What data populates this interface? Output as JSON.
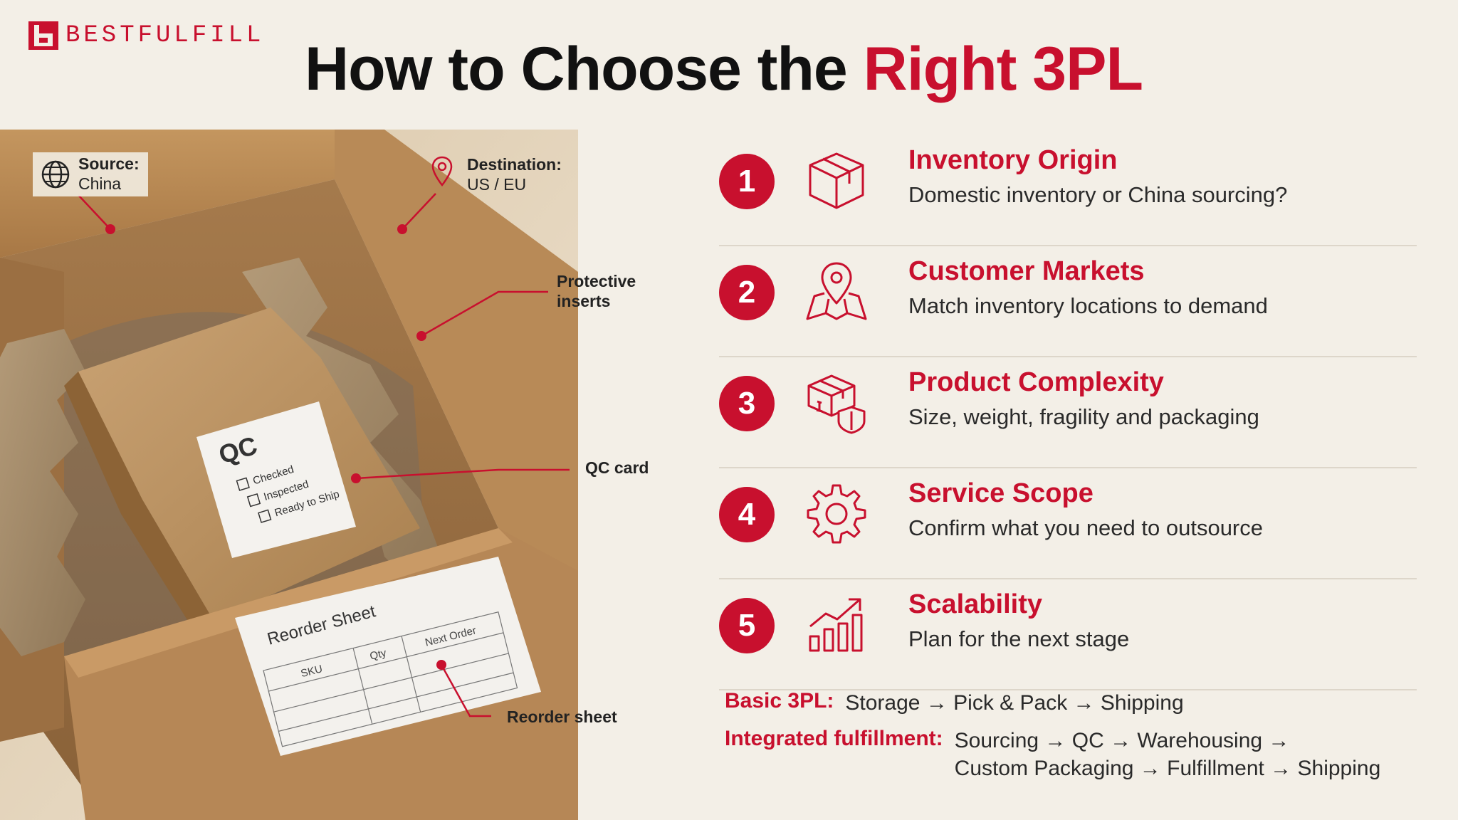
{
  "brand": {
    "name": "BESTFULFILL",
    "icon": "bestfulfill-logo-icon"
  },
  "title": {
    "prefix": "How to Choose the",
    "accent": "Right 3PL"
  },
  "photo": {
    "callouts": {
      "source_label": "Source:",
      "source_value": "China",
      "destination_label": "Destination:",
      "destination_value": "US / EU",
      "protective_inserts": [
        "Protective",
        "inserts"
      ],
      "qc_card": "QC card",
      "reorder_sheet": "Reorder sheet"
    },
    "qc_card": {
      "title": "QC",
      "items": [
        "Checked",
        "Inspected",
        "Ready to Ship"
      ]
    },
    "reorder_sheet": {
      "title": "Reorder Sheet",
      "columns": [
        "SKU",
        "Qty",
        "Next Order"
      ]
    }
  },
  "factors": [
    {
      "number": "1",
      "icon": "box-icon",
      "title": "Inventory Origin",
      "desc": "Domestic inventory or China sourcing?"
    },
    {
      "number": "2",
      "icon": "map-pin-icon",
      "title": "Customer Markets",
      "desc": "Match inventory locations to demand"
    },
    {
      "number": "3",
      "icon": "fragile-box-shield-icon",
      "title": "Product Complexity",
      "desc": "Size, weight, fragility and packaging"
    },
    {
      "number": "4",
      "icon": "gear-icon",
      "title": "Service Scope",
      "desc": "Confirm what you need to outsource"
    },
    {
      "number": "5",
      "icon": "growth-chart-icon",
      "title": "Scalability",
      "desc": "Plan for the next stage"
    }
  ],
  "comparison": {
    "basic": {
      "label": "Basic 3PL:",
      "flow": "Storage → Pick & Pack → Shipping"
    },
    "integrated": {
      "label": "Integrated fulfillment:",
      "flow_line1": "Sourcing → QC → Warehousing →",
      "flow_line2": "Custom Packaging → Fulfillment → Shipping"
    }
  },
  "colors": {
    "accent": "#c8102e",
    "background": "#f3efe7",
    "cardboard": "#b98a5a"
  }
}
